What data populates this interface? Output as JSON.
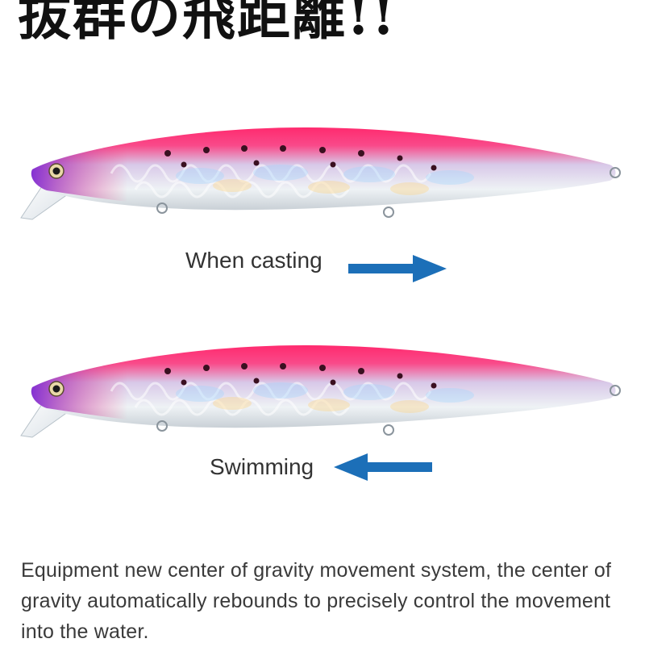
{
  "headline": "抜群の飛距離!!",
  "sections": [
    {
      "label": "When casting",
      "direction": "right"
    },
    {
      "label": "Swimming",
      "direction": "left"
    }
  ],
  "description": "Equipment new center of gravity movement system, the center of gravity automatically rebounds to precisely control the movement into the water.",
  "colors": {
    "arrow": "#1c6fb8",
    "lure_back": "#ff2a6e",
    "lure_head": "#7a1fd0",
    "lure_belly": "#e8eef2"
  }
}
